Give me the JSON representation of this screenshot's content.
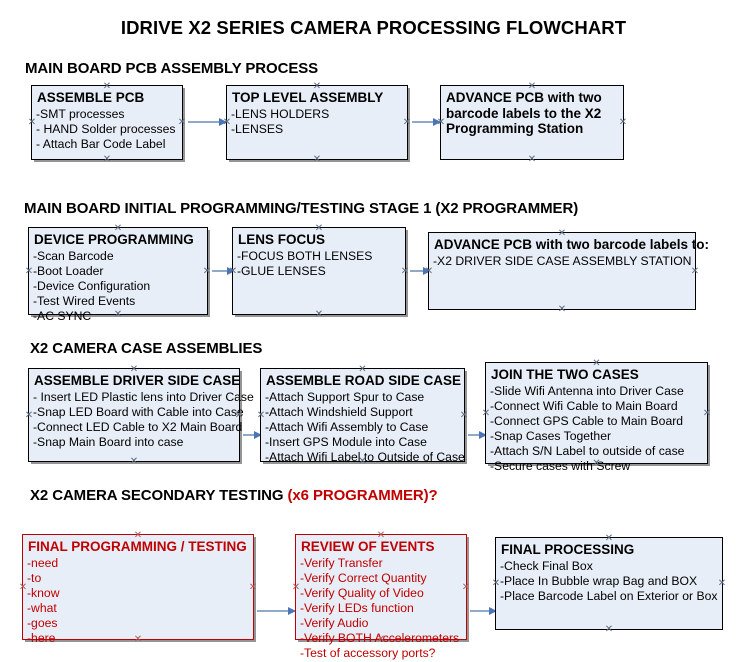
{
  "document": {
    "title": "IDRIVE X2  SERIES CAMERA PROCESSING FLOWCHART"
  },
  "colors": {
    "box_fill": "#e8eef7",
    "box_border": "#000000",
    "accent_red": "#c00000",
    "connector": "#8faac6",
    "arrowhead": "#4a76b8"
  },
  "sections": [
    {
      "id": "pcb-assembly",
      "heading": "MAIN BOARD PCB ASSEMBLY PROCESS",
      "heading_accent": "",
      "nodes": [
        {
          "id": "assemble-pcb",
          "title": "ASSEMBLE PCB",
          "lines": [
            "-SMT processes",
            "- HAND Solder processes",
            "- Attach Bar Code Label"
          ]
        },
        {
          "id": "top-level-assembly",
          "title": "TOP LEVEL ASSEMBLY",
          "lines": [
            "-LENS HOLDERS",
            "-LENSES"
          ]
        },
        {
          "id": "advance-pcb-programming-station",
          "title": "ADVANCE PCB with two barcode labels to the  X2 Programming Station",
          "lines": []
        }
      ]
    },
    {
      "id": "initial-programming",
      "heading": "MAIN BOARD INITIAL PROGRAMMING/TESTING STAGE 1 (X2 PROGRAMMER)",
      "heading_accent": "",
      "nodes": [
        {
          "id": "device-programming",
          "title": "DEVICE PROGRAMMING",
          "lines": [
            "-Scan Barcode",
            "-Boot Loader",
            "-Device Configuration",
            "-Test Wired Events",
            "-AC SYNC"
          ]
        },
        {
          "id": "lens-focus",
          "title": "LENS FOCUS",
          "lines": [
            "-FOCUS BOTH LENSES",
            "-GLUE LENSES"
          ]
        },
        {
          "id": "advance-pcb-driver-side",
          "title": "ADVANCE PCB with two barcode labels to:",
          "lines": [
            "-X2 DRIVER  SIDE  CASE  ASSEMBLY STATION"
          ]
        }
      ]
    },
    {
      "id": "case-assemblies",
      "heading": "X2 CAMERA CASE ASSEMBLIES",
      "heading_accent": "",
      "nodes": [
        {
          "id": "assemble-driver-side-case",
          "title": "ASSEMBLE DRIVER SIDE CASE",
          "lines": [
            "- Insert LED Plastic lens into Driver Case",
            "-Snap LED Board with Cable into Case",
            "-Connect LED Cable to X2 Main Board",
            "-Snap Main Board into case"
          ]
        },
        {
          "id": "assemble-road-side-case",
          "title": "ASSEMBLE ROAD SIDE CASE",
          "lines": [
            "-Attach Support Spur to Case",
            "-Attach Windshield Support",
            "-Attach Wifi Assembly to Case",
            "-Insert GPS Module into Case",
            "-Attach Wifi Label to Outside of Case"
          ]
        },
        {
          "id": "join-the-two-cases",
          "title": "JOIN THE TWO CASES",
          "lines": [
            "-Slide Wifi Antenna into Driver Case",
            "-Connect Wifi Cable to Main Board",
            "-Connect GPS Cable to Main Board",
            "-Snap Cases Together",
            "-Attach S/N Label to outside of case",
            "-Secure cases with Screw"
          ]
        }
      ]
    },
    {
      "id": "secondary-testing",
      "heading": "X2 CAMERA SECONDARY TESTING",
      "heading_accent": "(x6 PROGRAMMER)?",
      "nodes": [
        {
          "id": "final-programming-testing",
          "title": "FINAL PROGRAMMING / TESTING",
          "lines": [
            "-need",
            "-to",
            "-know",
            "-what",
            "-goes",
            "-here"
          ]
        },
        {
          "id": "review-of-events",
          "title": "REVIEW OF EVENTS",
          "lines": [
            "-Verify Transfer",
            "-Verify Correct Quantity",
            "-Verify Quality of Video",
            "-Verify LEDs function",
            "-Verify Audio",
            "-Verify BOTH Accelerometers",
            "-Test of accessory ports?"
          ]
        },
        {
          "id": "final-processing",
          "title": "FINAL PROCESSING",
          "lines": [
            " -Check Final Box",
            "-Place In Bubble wrap Bag and BOX",
            "-Place Barcode Label on Exterior or Box"
          ]
        }
      ]
    }
  ]
}
